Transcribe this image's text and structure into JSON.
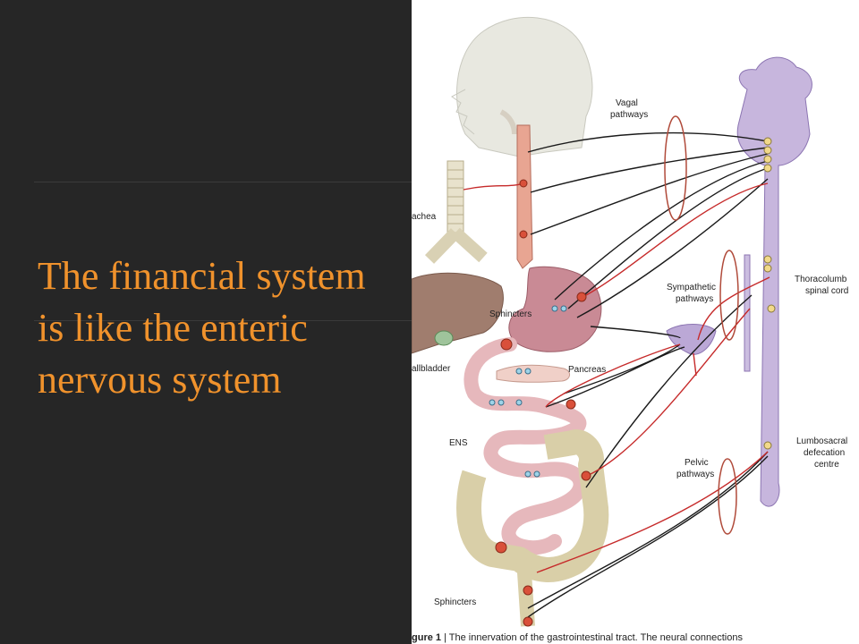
{
  "slide": {
    "title_lines": [
      "The financial system",
      "is like the enteric",
      "nervous system"
    ],
    "accent_color": "#F0922C",
    "background_color": "#262626"
  },
  "figure": {
    "labels": {
      "vagal": [
        "Vagal",
        "pathways"
      ],
      "trachea": "achea",
      "sphincters_upper": "Sphincters",
      "sympathetic": [
        "Sympathetic",
        "pathways"
      ],
      "thoracolumbar": [
        "Thoracolumb",
        "spinal cord"
      ],
      "gallbladder": "allbladder",
      "pancreas": "Pancreas",
      "ens": "ENS",
      "lumbosacral": [
        "Lumbosacral",
        "defecation",
        "centre"
      ],
      "pelvic": [
        "Pelvic",
        "pathways"
      ],
      "sphincters_lower": "Sphincters"
    },
    "caption": {
      "prefix": "gure 1",
      "text": "| The innervation of the gastrointestinal tract. The neural connections"
    }
  }
}
